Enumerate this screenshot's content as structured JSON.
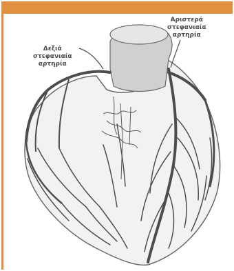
{
  "labels": {
    "right_coronary": [
      "Δεξιά",
      "στεφανιαία",
      "αρτηρία"
    ],
    "left_coronary": [
      "Αριστερά",
      "στεφανιαία",
      "αρτηρία"
    ]
  },
  "colors": {
    "frame": "#e09040",
    "vessels": "#4d4d4d",
    "heart_outline": "#6a6a6a",
    "aorta": "#c8c8c8"
  }
}
